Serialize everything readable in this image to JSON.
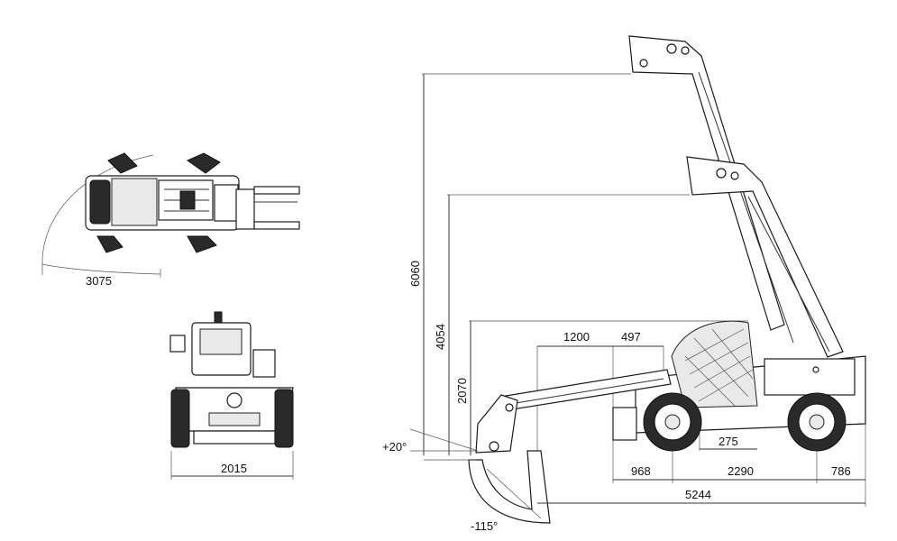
{
  "views": {
    "top": {
      "swing_dimension": "3075"
    },
    "front": {
      "width_dimension": "2015"
    },
    "side": {
      "max_height": "6060",
      "mid_height": "4054",
      "carriage_height": "2070",
      "reach_1": "1200",
      "reach_2": "497",
      "ground_clearance": "275",
      "front_overhang": "968",
      "wheelbase": "2290",
      "rear_overhang": "786",
      "overall_length": "5244",
      "tilt_up_angle": "+20°",
      "tilt_down_angle": "-115°"
    }
  }
}
